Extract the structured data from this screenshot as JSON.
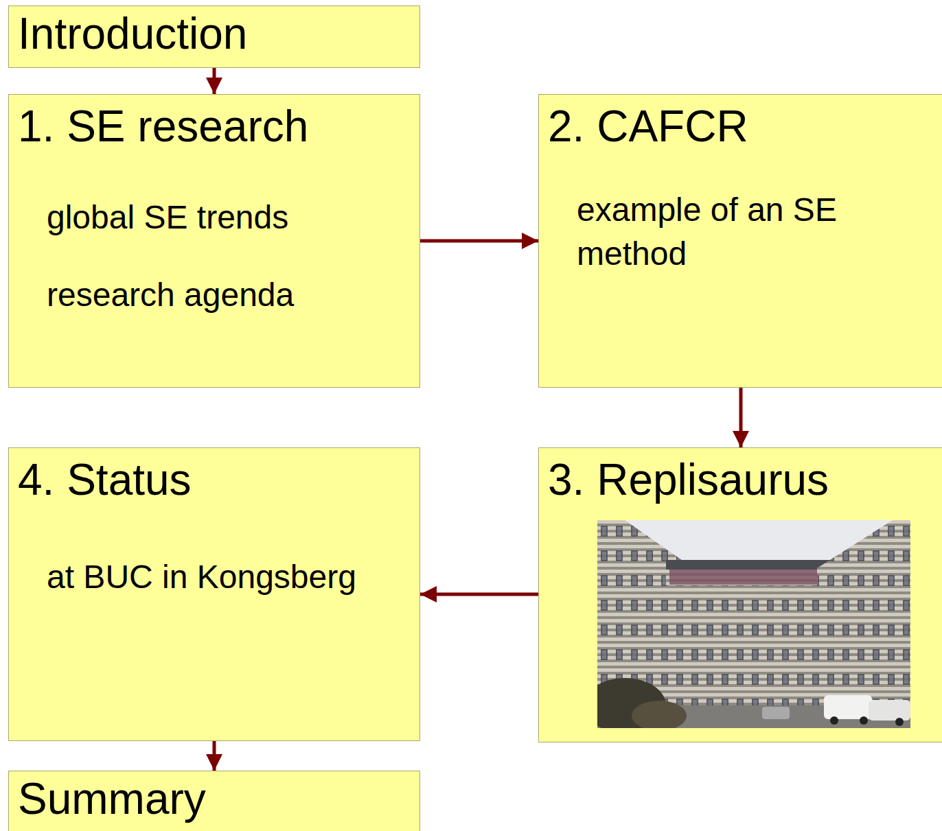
{
  "diagram": {
    "nodes": [
      {
        "text": [
          "Introduction"
        ]
      },
      {
        "text": [
          "1. SE research",
          "global SE trends",
          "research agenda"
        ]
      },
      {
        "text": [
          "2. CAFCR",
          "example of an SE method"
        ]
      },
      {
        "text": [
          "3. Replisaurus"
        ]
      },
      {
        "text": [
          "4. Status",
          "at BUC in Kongsberg"
        ]
      },
      {
        "text": [
          "Summary"
        ]
      }
    ],
    "edges": [
      {
        "from": 0,
        "to": 1,
        "arrow": "to"
      },
      {
        "from": 1,
        "to": 2,
        "arrow": "to"
      },
      {
        "from": 2,
        "to": 3,
        "arrow": "to"
      },
      {
        "from": 3,
        "to": 4,
        "arrow": "to"
      },
      {
        "from": 4,
        "to": 5,
        "arrow": "to"
      }
    ]
  }
}
